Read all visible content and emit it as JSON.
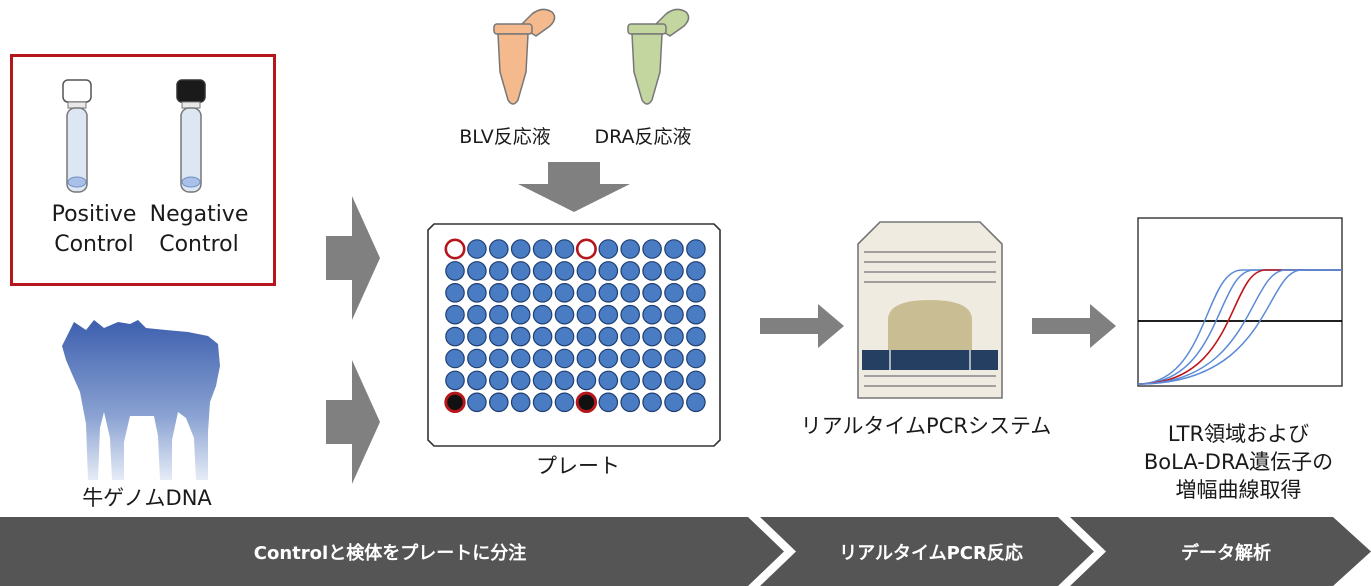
{
  "controls": {
    "positive": {
      "line1": "Positive",
      "line2": "Control"
    },
    "negative": {
      "line1": "Negative",
      "line2": "Control"
    }
  },
  "reagents": {
    "blv": "BLV反応液",
    "dra": "DRA反応液",
    "tube_colors": {
      "blv": "#f5b98e",
      "dra": "#c3d6a0"
    }
  },
  "sample_label": "牛ゲノムDNA",
  "plate_label": "プレート",
  "pcr_system_label": "リアルタイムPCRシステム",
  "result_label": [
    "LTR領域および",
    "BoLA-DRA遺伝子の",
    "増幅曲線取得"
  ],
  "steps": [
    "Controlと検体をプレートに分注",
    "リアルタイムPCR反応",
    "データ解析"
  ],
  "plate": {
    "rows": 8,
    "cols": 12
  },
  "colors": {
    "frame_red": "#b4161c",
    "well_blue": "#4a7cc4",
    "arrow_gray": "#808080",
    "step_bar": "#555555",
    "pcr_band": "#243f62",
    "curve_blue": "#5b8ad6",
    "curve_red": "#c0141a"
  }
}
